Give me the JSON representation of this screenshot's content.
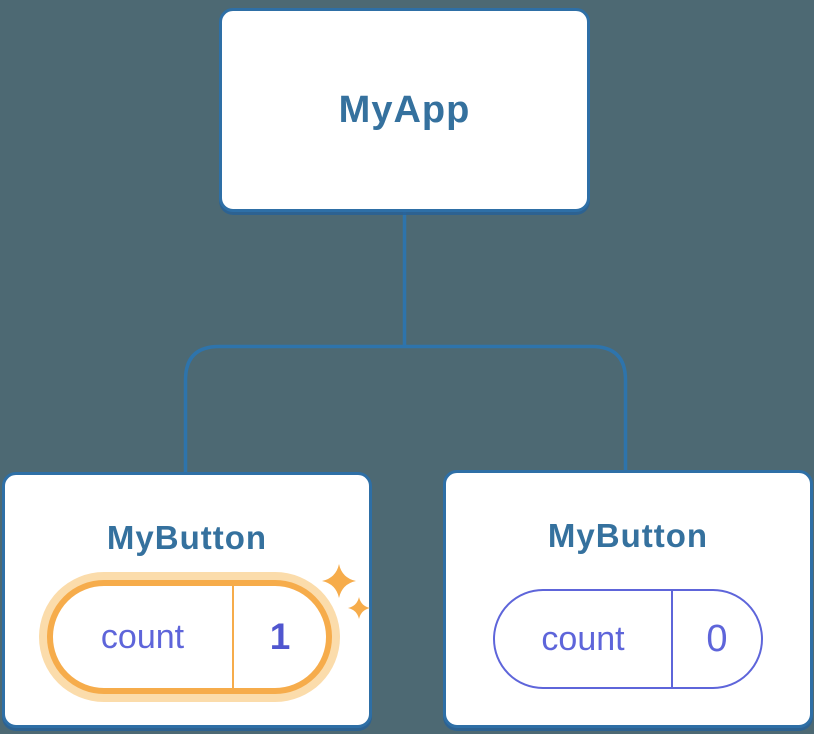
{
  "tree": {
    "root": {
      "label": "MyApp"
    },
    "children": [
      {
        "label": "MyButton",
        "state": {
          "name": "count",
          "value": "1"
        },
        "highlighted": true,
        "badge_icon": "sparkles-icon"
      },
      {
        "label": "MyButton",
        "state": {
          "name": "count",
          "value": "0"
        },
        "highlighted": false
      }
    ]
  },
  "colors": {
    "background": "#4D6973",
    "connector": "#2E74AC",
    "card_border": "#2E6FA6",
    "card_background": "#FFFFFF",
    "component_label": "#35719E",
    "state_accent": "#5E65DA",
    "state_value_bold": "#5056CF",
    "highlight_orange": "#F6AC4B",
    "highlight_glow": "#FBDCAB"
  }
}
